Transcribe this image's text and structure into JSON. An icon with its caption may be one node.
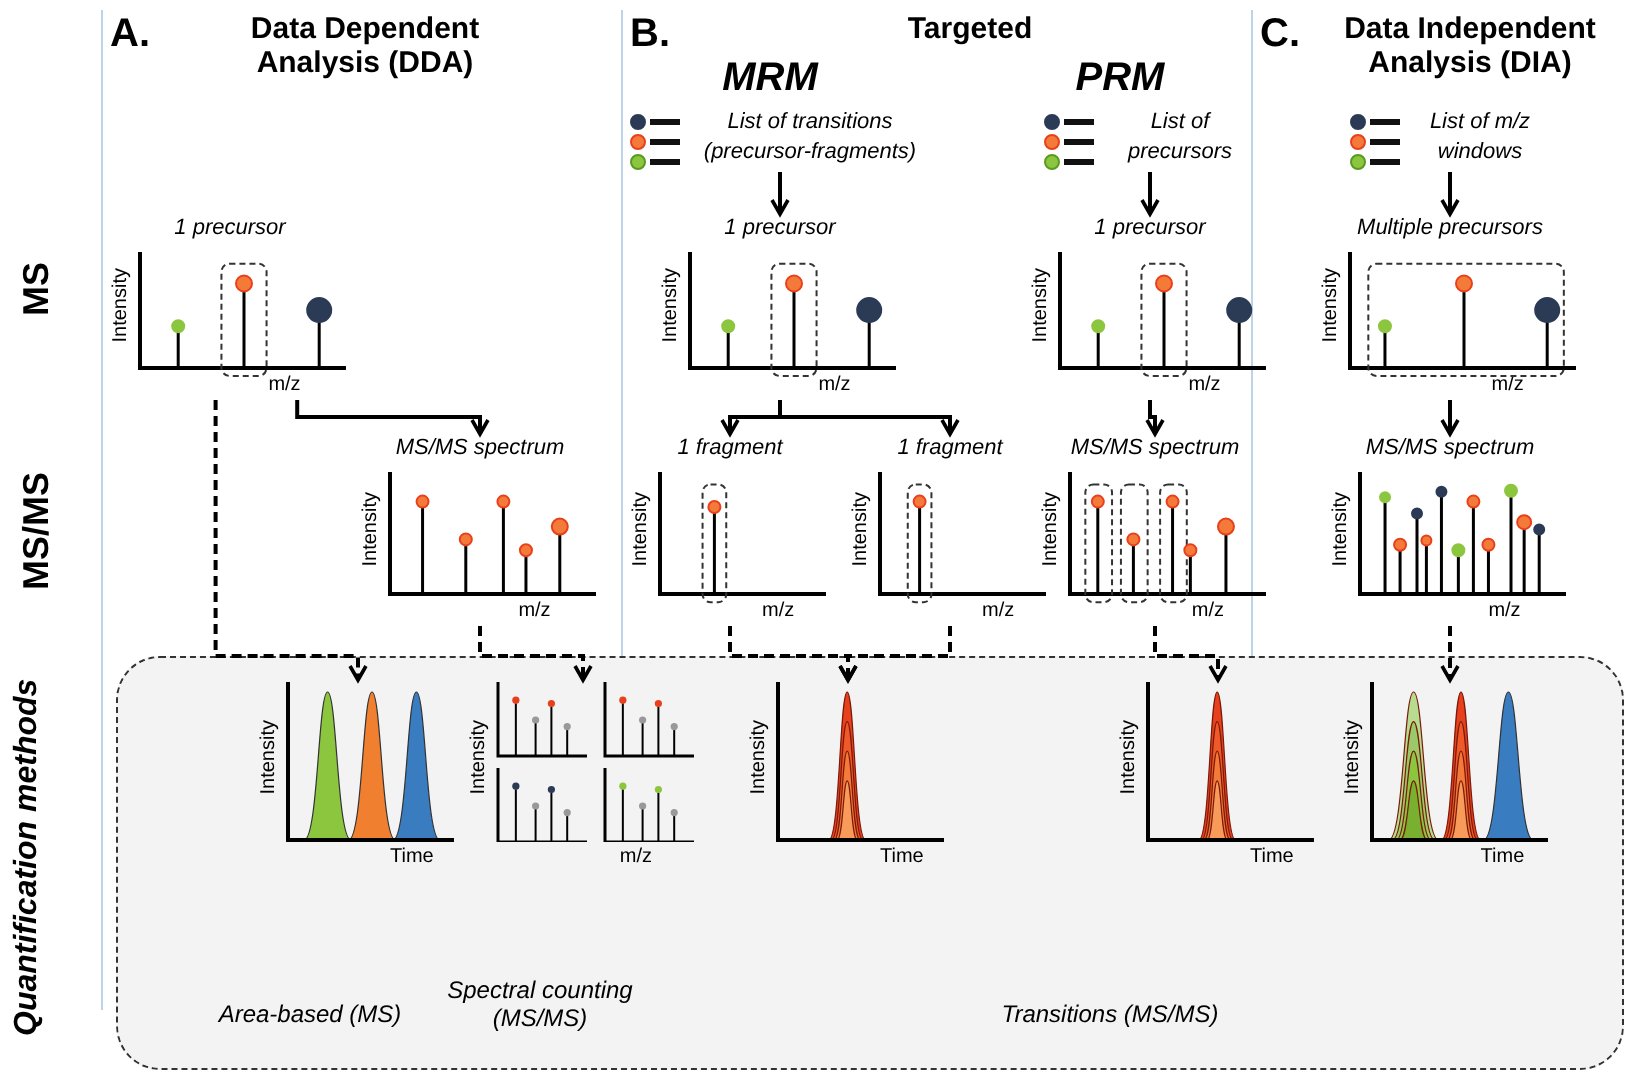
{
  "diagram": {
    "nodes": [
      {
        "text": [
          "List of transitions (precursor-fragments)"
        ]
      },
      {
        "text": [
          "List of precursors"
        ]
      },
      {
        "text": [
          "List of m/z windows"
        ]
      },
      {
        "text": [
          "1 precursor",
          "Intensity",
          "m/z"
        ]
      },
      {
        "text": [
          "1 precursor",
          "Intensity",
          "m/z"
        ]
      },
      {
        "text": [
          "1 precursor",
          "Intensity",
          "m/z"
        ]
      },
      {
        "text": [
          "Multiple precursors",
          "Intensity",
          "m/z"
        ]
      },
      {
        "text": [
          "MS/MS spectrum",
          "Intensity",
          "m/z"
        ]
      },
      {
        "text": [
          "1 fragment",
          "Intensity",
          "m/z"
        ]
      },
      {
        "text": [
          "1 fragment",
          "Intensity",
          "m/z"
        ]
      },
      {
        "text": [
          "MS/MS spectrum",
          "Intensity",
          "m/z"
        ]
      },
      {
        "text": [
          "MS/MS spectrum",
          "Intensity",
          "m/z"
        ]
      },
      {
        "text": [
          "Quantification methods"
        ]
      },
      {
        "text": [
          "Intensity",
          "Time"
        ],
        "in": 12
      },
      {
        "text": [
          "Intensity",
          "m/z"
        ],
        "in": 12
      },
      {
        "text": [
          "Intensity",
          "Time"
        ],
        "in": 12
      },
      {
        "text": [
          "Intensity",
          "Time"
        ],
        "in": 12
      },
      {
        "text": [
          "Intensity",
          "Time"
        ],
        "in": 12
      }
    ],
    "edges": [
      {
        "from": 0,
        "to": 4,
        "arrow": "to"
      },
      {
        "from": 1,
        "to": 5,
        "arrow": "to"
      },
      {
        "from": 2,
        "to": 6,
        "arrow": "to"
      },
      {
        "from": 3,
        "to": 7,
        "arrow": "to"
      },
      {
        "from": 3,
        "to": 13,
        "arrow": "to",
        "style": "dashed"
      },
      {
        "from": 7,
        "to": 14,
        "arrow": "to",
        "style": "dashed"
      },
      {
        "from": 4,
        "to": 8,
        "arrow": "to"
      },
      {
        "from": 4,
        "to": 9,
        "arrow": "to"
      },
      {
        "from": 5,
        "to": 10,
        "arrow": "to"
      },
      {
        "from": 6,
        "to": 11,
        "arrow": "to"
      },
      {
        "from": 8,
        "to": 15,
        "arrow": "to",
        "style": "dashed"
      },
      {
        "from": 9,
        "to": 15,
        "arrow": "to",
        "style": "dashed"
      },
      {
        "from": 10,
        "to": 16,
        "arrow": "to",
        "style": "dashed"
      },
      {
        "from": 11,
        "to": 17,
        "arrow": "to",
        "style": "dashed"
      }
    ],
    "labels": [
      "A.",
      "Data Dependent Analysis (DDA)",
      "B.",
      "Targeted",
      "MRM",
      "PRM",
      "C.",
      "Data Independent Analysis (DIA)",
      "MS",
      "MS/MS",
      "Area-based (MS)",
      "Spectral counting (MS/MS)",
      "Transitions (MS/MS)"
    ]
  }
}
